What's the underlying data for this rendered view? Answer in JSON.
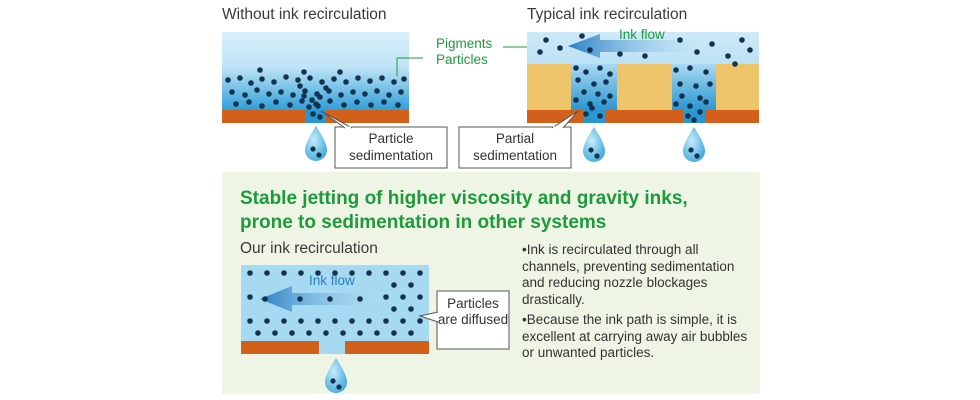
{
  "top_left": {
    "title": "Without ink recirculation",
    "callout": "Particle sedimentation"
  },
  "top_right": {
    "title": "Typical ink recirculation",
    "flow_label": "Ink flow",
    "callout": "Partial sedimentation"
  },
  "legend": {
    "pigments": "Pigments",
    "particles": "Particles"
  },
  "bottom": {
    "headline": "Stable jetting of higher viscosity and gravity inks, prone to sedimentation in other systems",
    "title": "Our ink recirculation",
    "flow_label": "Ink flow",
    "callout": "Particles are diffused",
    "bullets": [
      "•Ink is recirculated through all channels, preventing sedimentation and reducing nozzle blockages drastically.",
      "•Because the ink path is simple, it is excellent at carrying away air bubbles or unwanted particles."
    ]
  },
  "colors": {
    "ink_light": "#d6eef9",
    "ink_dark": "#2a9bd6",
    "particle": "#13334f",
    "plate": "#d2601a",
    "wall": "#edc46a",
    "panel_bg": "#eef5e4",
    "accent_green": "#1f9a3f"
  }
}
